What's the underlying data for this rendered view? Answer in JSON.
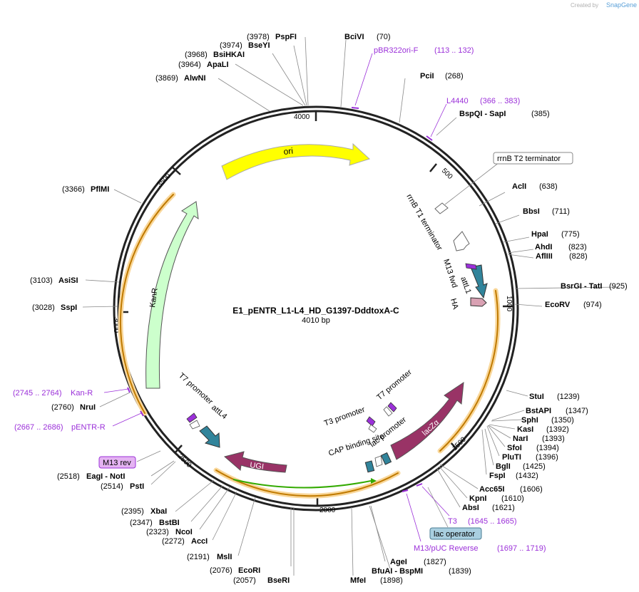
{
  "credit": {
    "text": "Created by",
    "brand": "SnapGene"
  },
  "plasmid": {
    "name": "E1_pENTR_L1-L4_HD_G1397-DddtoxA-C",
    "size": "4010 bp"
  },
  "ticks": [
    "500",
    "1000",
    "1500",
    "2000",
    "2500",
    "3000",
    "3500",
    "4000"
  ],
  "sites": [
    {
      "name": "BciVI",
      "pos": "(70)"
    },
    {
      "name": "PciI",
      "pos": "(268)"
    },
    {
      "name": "BspQI - SapI",
      "pos": "(385)"
    },
    {
      "name": "AclI",
      "pos": "(638)"
    },
    {
      "name": "BbsI",
      "pos": "(711)"
    },
    {
      "name": "HpaI",
      "pos": "(775)"
    },
    {
      "name": "AhdI",
      "pos": "(823)"
    },
    {
      "name": "AflIII",
      "pos": "(828)"
    },
    {
      "name": "BsrGI - TatI",
      "pos": "(925)"
    },
    {
      "name": "EcoRV",
      "pos": "(974)"
    },
    {
      "name": "StuI",
      "pos": "(1239)"
    },
    {
      "name": "BstAPI",
      "pos": "(1347)"
    },
    {
      "name": "SphI",
      "pos": "(1350)"
    },
    {
      "name": "KasI",
      "pos": "(1392)"
    },
    {
      "name": "NarI",
      "pos": "(1393)"
    },
    {
      "name": "SfoI",
      "pos": "(1394)"
    },
    {
      "name": "PluTI",
      "pos": "(1396)"
    },
    {
      "name": "BglI",
      "pos": "(1425)"
    },
    {
      "name": "FspI",
      "pos": "(1432)"
    },
    {
      "name": "Acc65I",
      "pos": "(1606)"
    },
    {
      "name": "KpnI",
      "pos": "(1610)"
    },
    {
      "name": "AbsI",
      "pos": "(1621)"
    },
    {
      "name": "AgeI",
      "pos": "(1827)"
    },
    {
      "name": "BfuAI - BspMI",
      "pos": "(1839)"
    },
    {
      "name": "MfeI",
      "pos": "(1898)"
    },
    {
      "name": "BseRI",
      "pos": "(2057)"
    },
    {
      "name": "EcoRI",
      "pos": "(2076)"
    },
    {
      "name": "MslI",
      "pos": "(2191)"
    },
    {
      "name": "AccI",
      "pos": "(2272)"
    },
    {
      "name": "NcoI",
      "pos": "(2323)"
    },
    {
      "name": "BstBI",
      "pos": "(2347)"
    },
    {
      "name": "XbaI",
      "pos": "(2395)"
    },
    {
      "name": "PstI",
      "pos": "(2514)"
    },
    {
      "name": "EagI - NotI",
      "pos": "(2518)"
    },
    {
      "name": "NruI",
      "pos": "(2760)"
    },
    {
      "name": "SspI",
      "pos": "(3028)"
    },
    {
      "name": "AsiSI",
      "pos": "(3103)"
    },
    {
      "name": "PflMI",
      "pos": "(3366)"
    },
    {
      "name": "AlwNI",
      "pos": "(3869)"
    },
    {
      "name": "ApaLI",
      "pos": "(3964)"
    },
    {
      "name": "BsiHKAI",
      "pos": "(3968)"
    },
    {
      "name": "BseYI",
      "pos": "(3974)"
    },
    {
      "name": "PspFI",
      "pos": "(3978)"
    }
  ],
  "primers": [
    {
      "name": "pBR322ori-F",
      "range": "(113 .. 132)"
    },
    {
      "name": "L4440",
      "range": "(366 .. 383)"
    },
    {
      "name": "T3",
      "range": "(1645 .. 1665)"
    },
    {
      "name": "M13/pUC Reverse",
      "range": "(1697 .. 1719)"
    },
    {
      "name": "pENTR-R",
      "range": "(2667 .. 2686)"
    },
    {
      "name": "Kan-R",
      "range": "(2745 .. 2764)"
    }
  ],
  "boxed_labels": {
    "rrnb_t2": "rrnB T2 terminator",
    "lac_operator": "lac operator",
    "m13_rev": "M13 rev"
  },
  "features": {
    "ori": "ori",
    "kanr": "KanR",
    "lacza": "lacZα",
    "ugi": "UGI",
    "attl1": "attL1",
    "attl4": "attL4",
    "ha": "HA",
    "m13_fwd": "M13 fwd",
    "rrnb_t1": "rrnB T1 terminator",
    "t7_promoter_top": "T7 promoter",
    "t7_promoter_left": "T7 promoter",
    "t3_promoter": "T3 promoter",
    "cap_site": "CAP binding site",
    "lac_promoter": "lac promoter"
  },
  "colors": {
    "ori": "#ffff00",
    "kanr": "#ccffcc",
    "lacza": "#993366",
    "ugi": "#993366",
    "att": "#31849b",
    "ha": "#d9a1b3",
    "primer": "#9b30d9",
    "orange": "#f5a623",
    "green_arrow": "#33aa00"
  }
}
